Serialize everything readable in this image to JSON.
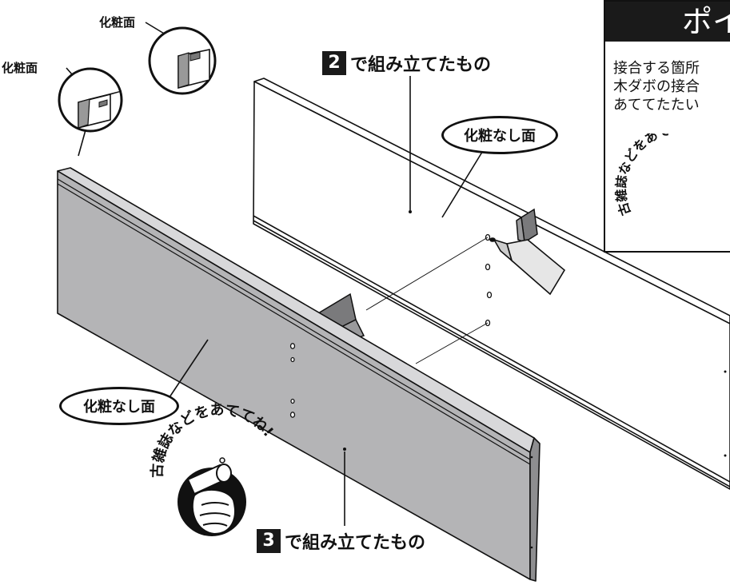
{
  "labels": {
    "cosmetic_face": "化粧面",
    "no_cosmetic_face": "化粧なし面"
  },
  "steps": [
    {
      "number": "2",
      "text": "で組み立てたもの"
    },
    {
      "number": "3",
      "text": "で組み立てたもの"
    }
  ],
  "hammer_tip": "古雑誌などをあててね!",
  "point_box": {
    "title": "ポイ",
    "lines": [
      "接合する箇所",
      "木ダボの接合",
      "あててたたい"
    ],
    "tip": "古雑誌などをあて"
  },
  "colors": {
    "panel_front": "#b4b4b6",
    "panel_edge": "#8e8e90",
    "outline": "#111111",
    "title_bg": "#1a1a1a"
  }
}
